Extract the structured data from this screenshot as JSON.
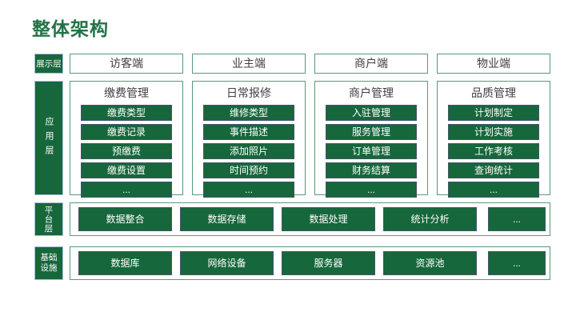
{
  "title": "整体架构",
  "colors": {
    "brand-green": "#217346",
    "fill-green": "#17673C",
    "chip-border": "#44546A",
    "container-border": "#579B78",
    "label-border": "#A9BFDD",
    "text-dark": "#404040",
    "text-light": "#FFFFFF"
  },
  "layers": [
    {
      "label": "展示层",
      "boxes": [
        "访客端",
        "业主端",
        "商户端",
        "物业端"
      ]
    },
    {
      "label": "应用层",
      "columns": [
        {
          "title": "缴费管理",
          "items": [
            "缴费类型",
            "缴费记录",
            "预缴费",
            "缴费设置",
            "..."
          ]
        },
        {
          "title": "日常报修",
          "items": [
            "维修类型",
            "事件描述",
            "添加照片",
            "时间预约",
            "..."
          ]
        },
        {
          "title": "商户管理",
          "items": [
            "入驻管理",
            "服务管理",
            "订单管理",
            "财务结算",
            "..."
          ]
        },
        {
          "title": "品质管理",
          "items": [
            "计划制定",
            "计划实施",
            "工作考核",
            "查询统计",
            "..."
          ]
        }
      ]
    },
    {
      "label": "平台层",
      "items": [
        "数据整合",
        "数据存储",
        "数据处理",
        "统计分析",
        "..."
      ]
    },
    {
      "label": "基础设施",
      "items": [
        "数据库",
        "网络设备",
        "服务器",
        "资源池",
        "..."
      ]
    }
  ]
}
